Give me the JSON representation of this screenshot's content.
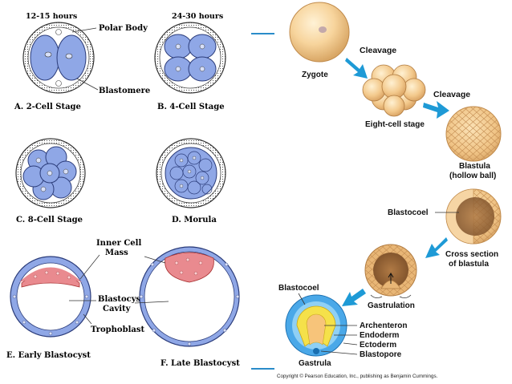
{
  "left_panel": {
    "time_a": "12-15 hours",
    "time_b": "24-30 hours",
    "label_polar_body": "Polar Body",
    "label_blastomere": "Blastomere",
    "stage_a": "A. 2-Cell Stage",
    "stage_b": "B. 4-Cell Stage",
    "stage_c": "C. 8-Cell Stage",
    "stage_d": "D. Morula",
    "label_inner_cell_mass_1": "Inner Cell",
    "label_inner_cell_mass_2": "Mass",
    "label_blastocyst_cavity_1": "Blastocyst",
    "label_blastocyst_cavity_2": "Cavity",
    "label_trophoblast": "Trophoblast",
    "stage_e": "E. Early Blastocyst",
    "stage_f": "F. Late Blastocyst"
  },
  "right_panel": {
    "zygote": "Zygote",
    "cleavage_1": "Cleavage",
    "eight_cell": "Eight-cell stage",
    "cleavage_2": "Cleavage",
    "blastula_1": "Blastula",
    "blastula_2": "(hollow ball)",
    "blastocoel_1": "Blastocoel",
    "cross_section_1": "Cross section",
    "cross_section_2": "of blastula",
    "gastrulation": "Gastrulation",
    "blastocoel_2": "Blastocoel",
    "archenteron": "Archenteron",
    "endoderm": "Endoderm",
    "ectoderm": "Ectoderm",
    "blastopore": "Blastopore",
    "gastrula": "Gastrula",
    "copyright": "Copyright © Pearson Education, Inc., publishing as Benjamin Cummings."
  },
  "colors": {
    "cell_blue": "#8fa7e6",
    "inner_mass_pink": "#e98a8f",
    "arrow_blue": "#1e9ad6",
    "tan": "#f2c98d",
    "ectoderm_blue": "#4aa8e8",
    "endoderm_yellow": "#f5e14a",
    "accent_line": "#2a8cc9"
  }
}
